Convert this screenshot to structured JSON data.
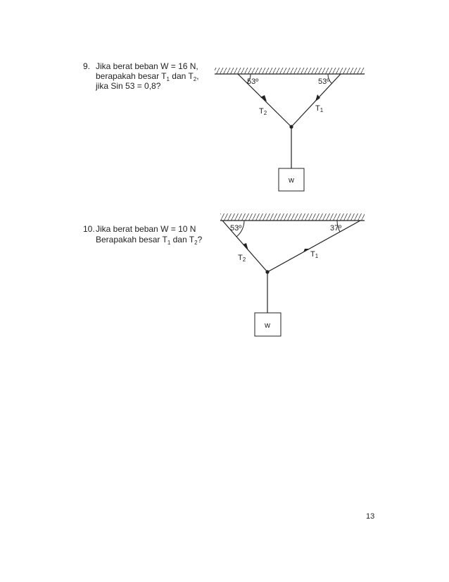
{
  "questions": [
    {
      "number": "9.",
      "line1": "Jika berat beban W = 16 N,",
      "line2_pre": "berapakah besar T",
      "line2_sub1": "1",
      "line2_mid": " dan T",
      "line2_sub2": "2",
      "line2_post": ",",
      "line3": "jika Sin 53 = 0,8?",
      "diagram": {
        "angle_left": "53º",
        "angle_right": "53º",
        "t_left": "T",
        "t_left_sub": "2",
        "t_right": "T",
        "t_right_sub": "1",
        "weight": "w"
      }
    },
    {
      "number": "10.",
      "line1": "Jika berat beban W = 10 N",
      "line2_pre": "Berapakah besar T",
      "line2_sub1": "1",
      "line2_mid": " dan T",
      "line2_sub2": "2",
      "line2_post": "?",
      "diagram": {
        "angle_left": "53º",
        "angle_right": "37º",
        "t_left": "T",
        "t_left_sub": "2",
        "t_right": "T",
        "t_right_sub": "1",
        "weight": "w"
      }
    }
  ],
  "page_number": "13"
}
